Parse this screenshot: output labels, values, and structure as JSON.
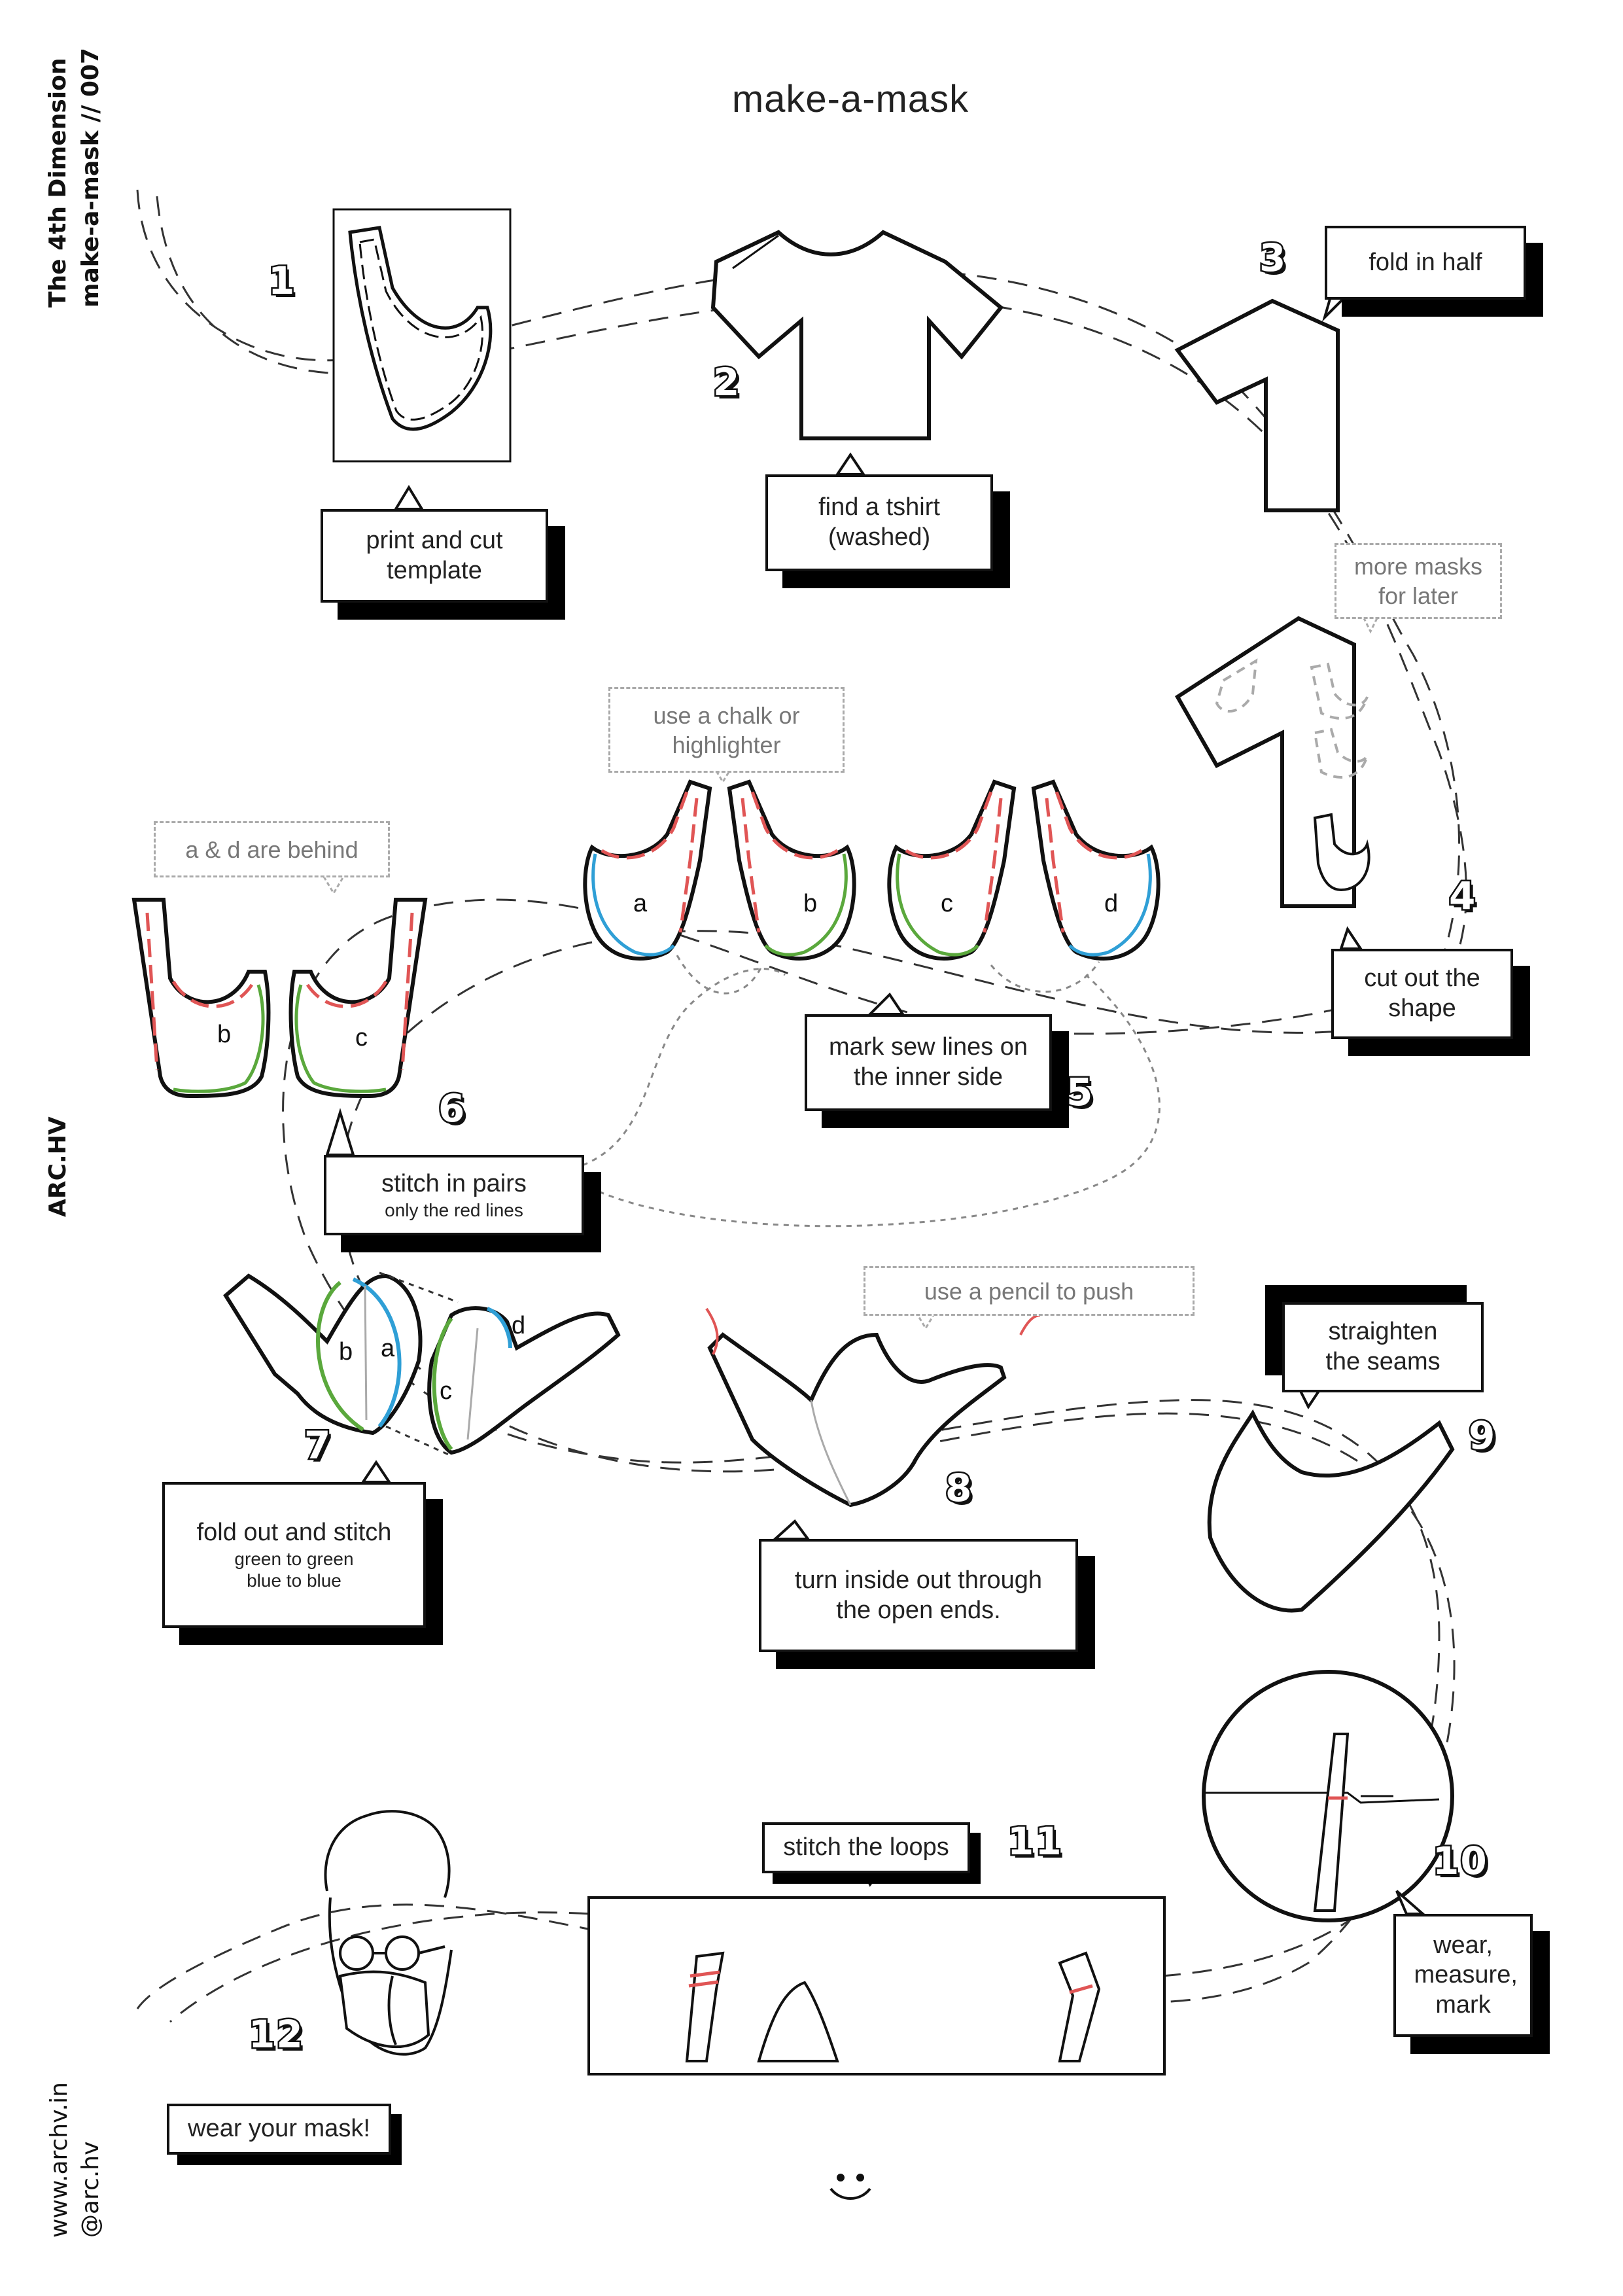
{
  "header": {
    "title": "make-a-mask",
    "brand_line1": "The 4th Dimension",
    "brand_line2": "make-a-mask // 007",
    "studio": "ARC.HV",
    "website": "www.archv.in",
    "handle": "@arc.hv"
  },
  "steps": [
    {
      "number": "1",
      "text": "print and cut template"
    },
    {
      "number": "2",
      "text": "find a tshirt",
      "sub": "(washed)"
    },
    {
      "number": "3",
      "text": "fold in half"
    },
    {
      "number": "4",
      "text": "cut out the shape"
    },
    {
      "number": "5",
      "text": "mark sew lines on the inner side"
    },
    {
      "number": "6",
      "text": "stitch in pairs",
      "sub": "only the red lines"
    },
    {
      "number": "7",
      "text": "fold out and stitch",
      "sub1": "green to green",
      "sub2": "blue to blue"
    },
    {
      "number": "8",
      "text": "turn inside out through the open ends."
    },
    {
      "number": "9",
      "text": "straighten the seams"
    },
    {
      "number": "10",
      "text": "wear, measure, mark"
    },
    {
      "number": "11",
      "text": "stitch the loops"
    },
    {
      "number": "12",
      "text": "wear your mask!"
    }
  ],
  "notes": {
    "more_masks": "more masks for later",
    "chalk": "use a chalk or highlighter",
    "behind": "a & d are  behind",
    "pencil": "use a pencil to push"
  },
  "piece_labels": {
    "a": "a",
    "b": "b",
    "c": "c",
    "d": "d"
  },
  "footer": {
    "smiley": ":)"
  },
  "colors": {
    "red": "#e05555",
    "green": "#5aa83c",
    "blue": "#2f9fd6",
    "grey": "#aaaaaa"
  }
}
